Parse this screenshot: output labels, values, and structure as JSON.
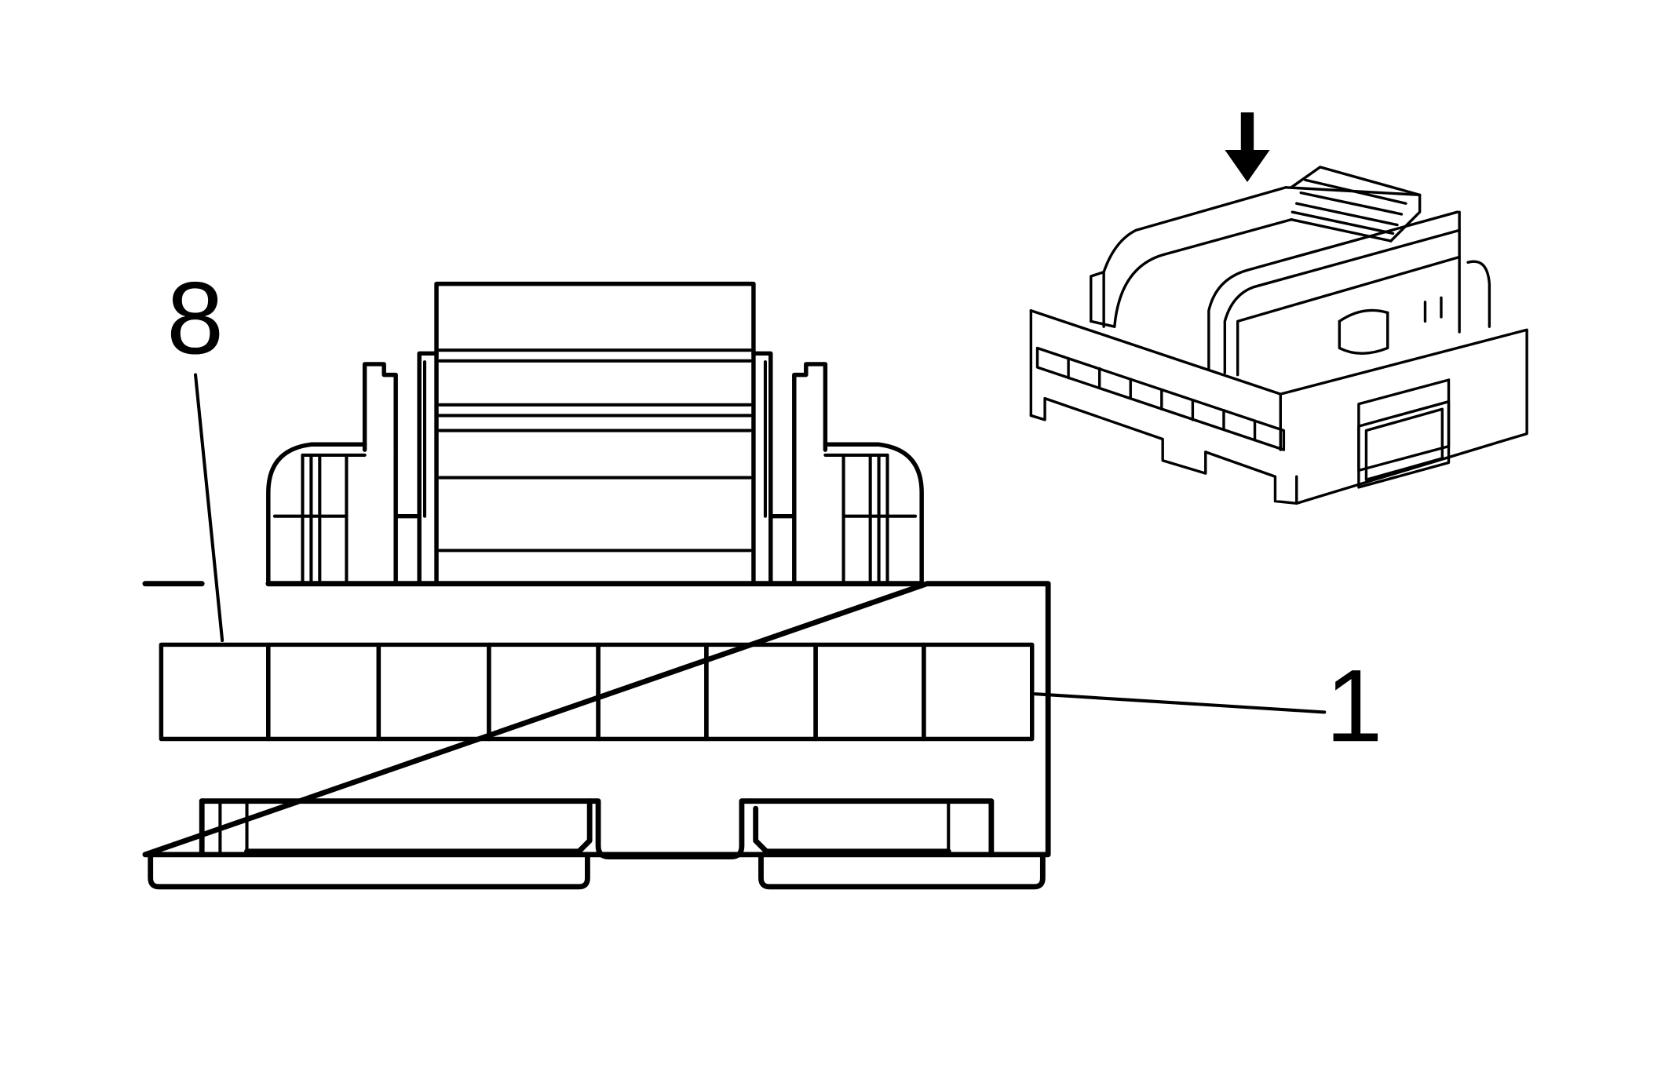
{
  "diagram": {
    "pin_labels": {
      "left": "8",
      "right": "1"
    },
    "cavity_count": 8,
    "colors": {
      "stroke": "#000000",
      "background": "#ffffff"
    },
    "icons": [
      "down-arrow-icon"
    ]
  }
}
